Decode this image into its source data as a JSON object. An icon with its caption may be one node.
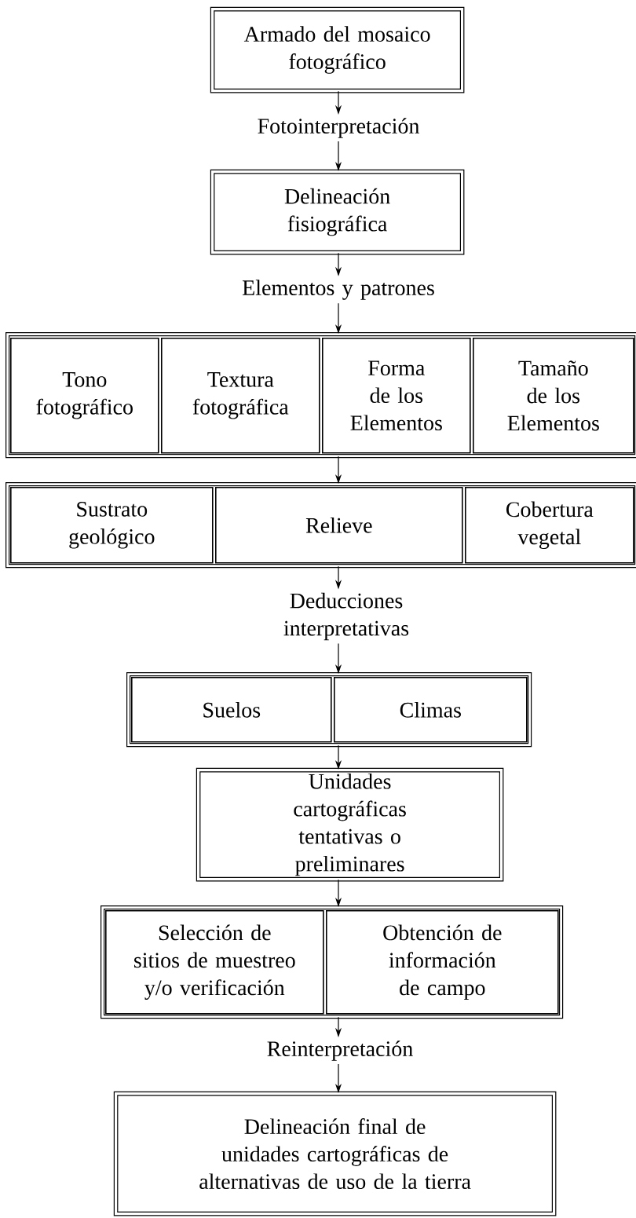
{
  "diagram": {
    "nodes": [
      {
        "text": [
          "Armado del mosaico fotográfico"
        ]
      },
      {
        "text": [
          "Fotointerpretación"
        ]
      },
      {
        "text": [
          "Delineación fisiográfica"
        ]
      },
      {
        "text": [
          "Elementos y patrones"
        ]
      },
      {
        "text": [],
        "shape": "box"
      },
      {
        "text": [
          "Tono fotográfico"
        ],
        "in": 4
      },
      {
        "text": [
          "Textura fotográfica"
        ],
        "in": 4
      },
      {
        "text": [
          "Forma de los Elementos"
        ],
        "in": 4
      },
      {
        "text": [
          "Tamaño de los Elementos"
        ],
        "in": 4
      },
      {
        "text": [],
        "shape": "box"
      },
      {
        "text": [
          "Sustrato geológico"
        ],
        "in": 9
      },
      {
        "text": [
          "Relieve"
        ],
        "in": 9
      },
      {
        "text": [
          "Cobertura vegetal"
        ],
        "in": 9
      },
      {
        "text": [
          "Deducciones interpretativas"
        ]
      },
      {
        "text": [],
        "shape": "box"
      },
      {
        "text": [
          "Suelos"
        ],
        "in": 14
      },
      {
        "text": [
          "Climas"
        ],
        "in": 14
      },
      {
        "text": [
          "Unidades cartográficas tentativas o preliminares"
        ]
      },
      {
        "text": [],
        "shape": "box"
      },
      {
        "text": [
          "Selección de sitios de muestreo y/o verificación"
        ],
        "in": 18
      },
      {
        "text": [
          "Obtención de información de campo"
        ],
        "in": 18
      },
      {
        "text": [
          "Reinterpretación"
        ]
      },
      {
        "text": [
          "Delineación final de unidades cartográficas de alternativas de uso de la tierra"
        ]
      }
    ],
    "edges": [
      {
        "from": 0,
        "to": 1,
        "arrow": "to"
      },
      {
        "from": 1,
        "to": 2,
        "arrow": "to"
      },
      {
        "from": 2,
        "to": 3,
        "arrow": "to"
      },
      {
        "from": 3,
        "to": 4,
        "arrow": "to"
      },
      {
        "from": 4,
        "to": 9,
        "arrow": "to"
      },
      {
        "from": 9,
        "to": 13,
        "arrow": "to"
      },
      {
        "from": 13,
        "to": 14,
        "arrow": "to"
      },
      {
        "from": 14,
        "to": 17,
        "arrow": "to"
      },
      {
        "from": 17,
        "to": 18,
        "arrow": "to"
      },
      {
        "from": 18,
        "to": 21,
        "arrow": "to"
      },
      {
        "from": 21,
        "to": 22,
        "arrow": "to"
      }
    ]
  }
}
